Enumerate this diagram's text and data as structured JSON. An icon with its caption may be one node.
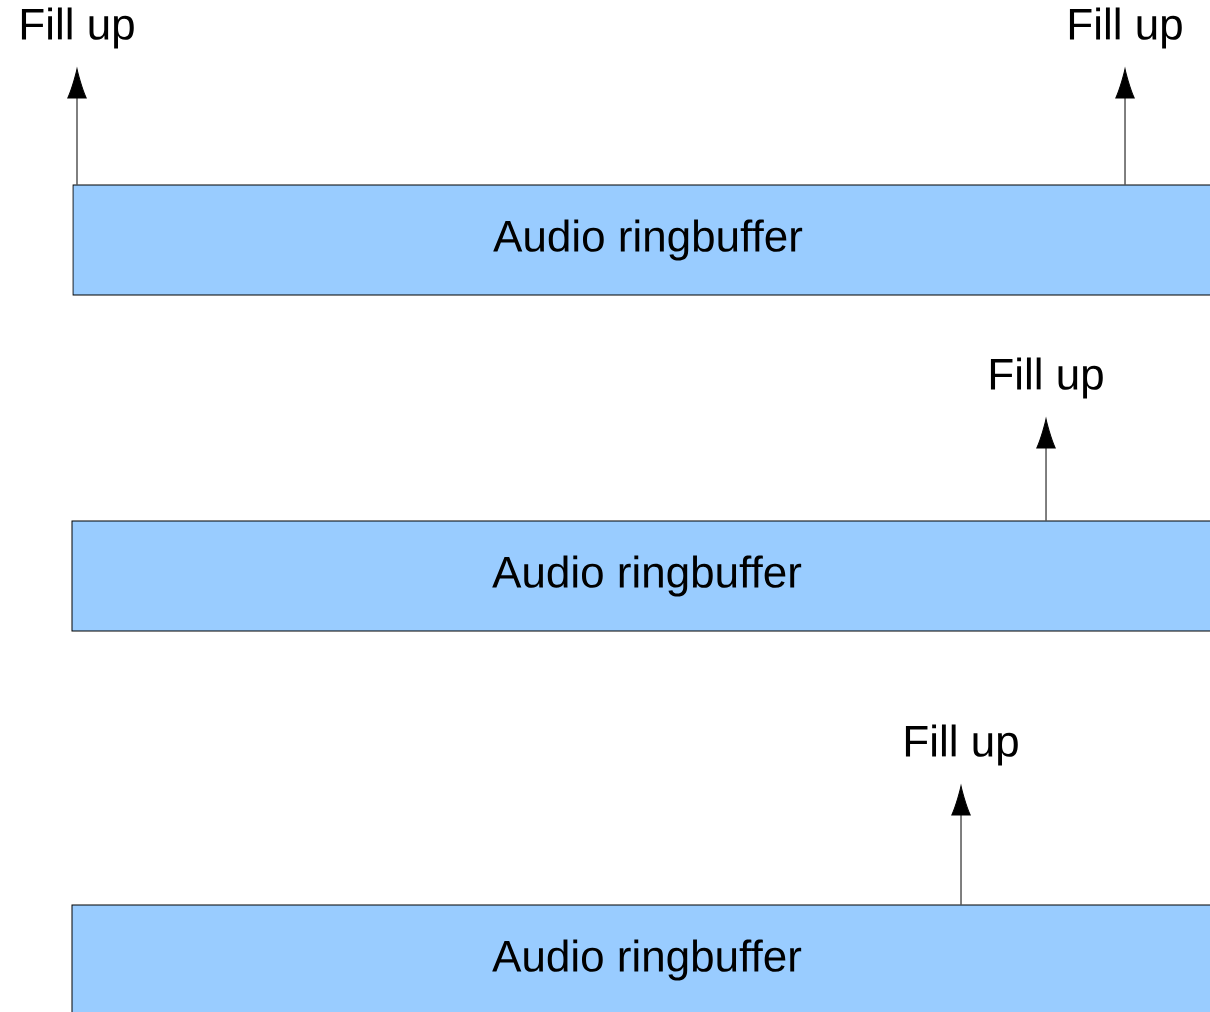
{
  "diagram": {
    "nodes": [
      {
        "text": [
          "Fill up"
        ]
      },
      {
        "text": [
          "Fill up"
        ]
      },
      {
        "text": [
          "Audio ringbuffer"
        ]
      },
      {
        "text": [
          "Fill up"
        ]
      },
      {
        "text": [
          "Audio ringbuffer"
        ]
      },
      {
        "text": [
          "Fill up"
        ]
      },
      {
        "text": [
          "Audio ringbuffer"
        ]
      }
    ],
    "edges": [
      {
        "from": 2,
        "to": 0,
        "arrow": "to"
      },
      {
        "from": 2,
        "to": 1,
        "arrow": "to"
      },
      {
        "from": 4,
        "to": 3,
        "arrow": "to"
      },
      {
        "from": 6,
        "to": 5,
        "arrow": "to"
      }
    ]
  }
}
